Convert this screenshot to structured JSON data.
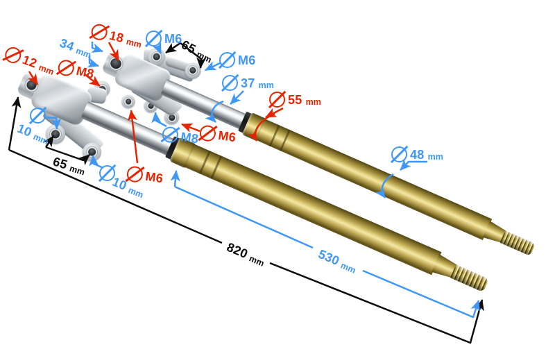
{
  "diagram": {
    "subject": "motorcycle-front-fork-set-with-dimensions",
    "background": "#ffffff"
  },
  "colors": {
    "annotation_red": "#e42501",
    "annotation_blue": "#3f97f6",
    "annotation_black": "#0d0d0d",
    "outer_tube_gold": "#c9b55e",
    "inner_tube_chrome": "#c8ccd0",
    "clamp_silver": "#b9bec3"
  },
  "labels": {
    "d12": {
      "num": "12",
      "unit": "mm"
    },
    "d34": {
      "num": "34",
      "unit": "mm"
    },
    "m8_red": {
      "num": "M8"
    },
    "d18": {
      "num": "18",
      "unit": "mm"
    },
    "m6_top1": {
      "num": "M6"
    },
    "d65_top": {
      "num": "65",
      "unit": "mm"
    },
    "m6_top2": {
      "num": "M6"
    },
    "d37": {
      "num": "37",
      "unit": "mm"
    },
    "d55": {
      "num": "55",
      "unit": "mm"
    },
    "d10_a": {
      "num": "10",
      "unit": "mm"
    },
    "d65_bot": {
      "num": "65",
      "unit": "mm"
    },
    "m8_blue": {
      "num": "M8"
    },
    "m6_mid": {
      "num": "M6"
    },
    "d10_b": {
      "num": "10",
      "unit": "mm"
    },
    "m6_low": {
      "num": "M6"
    },
    "d48": {
      "num": "48",
      "unit": "mm"
    },
    "d820": {
      "num": "820",
      "unit": "mm"
    },
    "d530": {
      "num": "530",
      "unit": "mm"
    }
  }
}
